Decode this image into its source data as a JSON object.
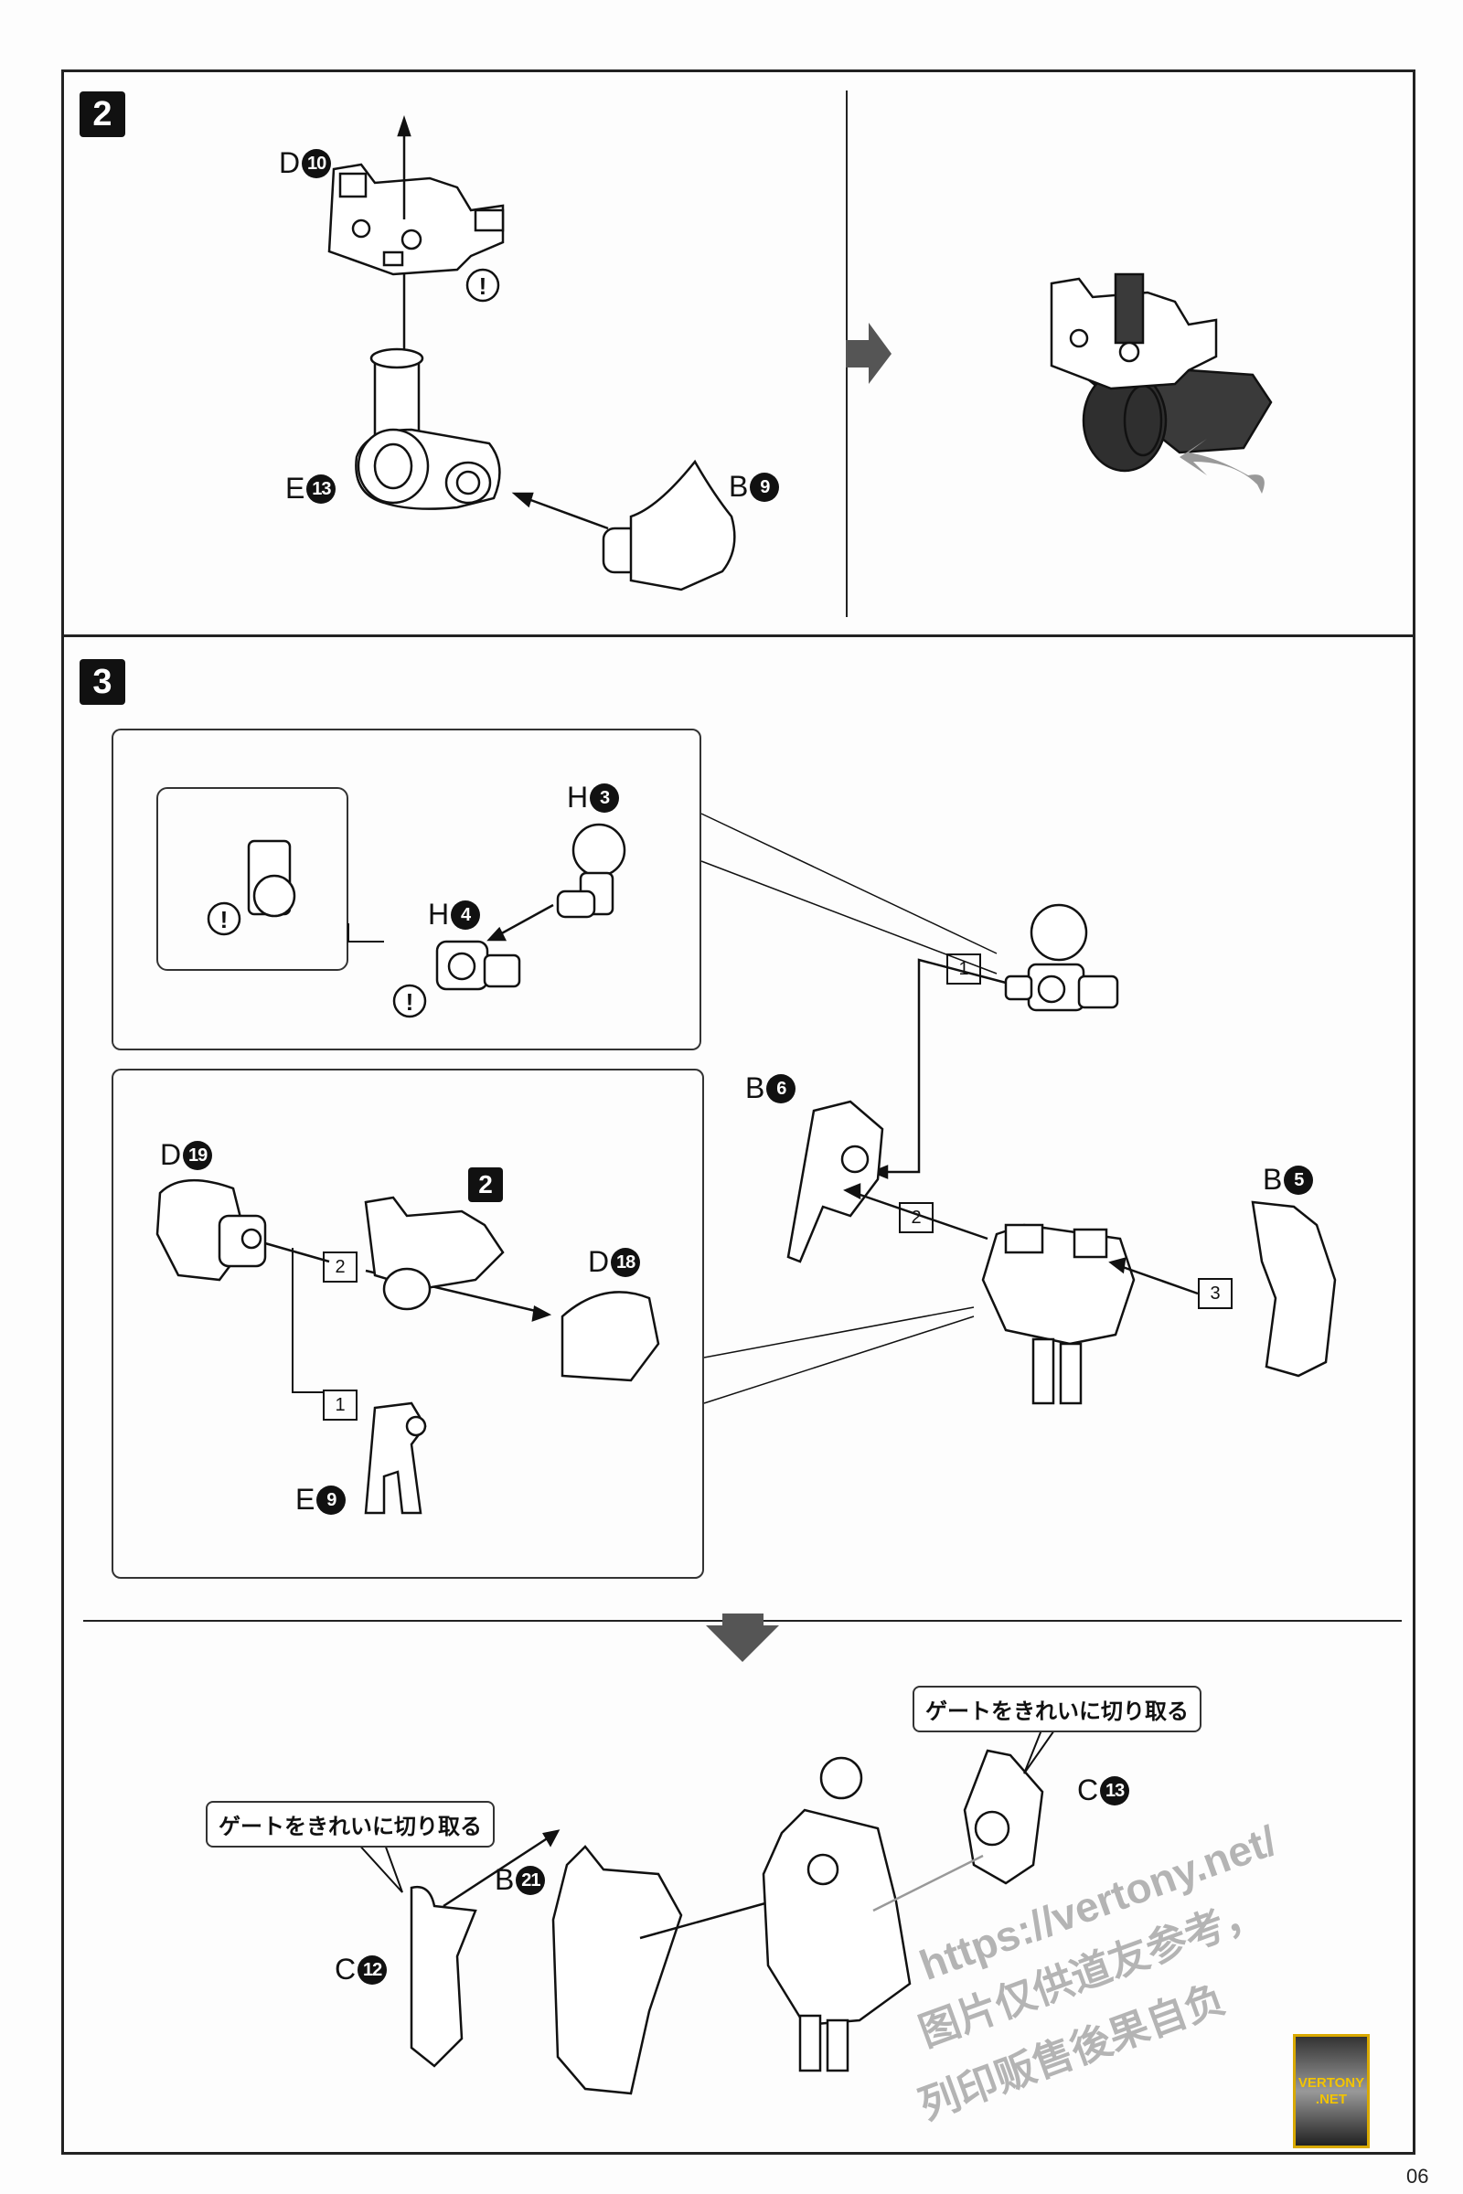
{
  "steps": [
    {
      "number": "2"
    },
    {
      "number": "3"
    }
  ],
  "step2": {
    "labels": [
      {
        "letter": "D",
        "num": "10"
      },
      {
        "letter": "E",
        "num": "13"
      },
      {
        "letter": "B",
        "num": "9"
      }
    ],
    "caution_icon": "exclamation-circle-icon"
  },
  "step3": {
    "inset1": {
      "labels": [
        {
          "letter": "H",
          "num": "3"
        },
        {
          "letter": "H",
          "num": "4"
        }
      ]
    },
    "inset2": {
      "labels": [
        {
          "letter": "D",
          "num": "19"
        },
        {
          "letter": "D",
          "num": "18"
        },
        {
          "letter": "E",
          "num": "9"
        }
      ],
      "ref_step": "2",
      "order": [
        "2",
        "1"
      ]
    },
    "main_labels": [
      {
        "letter": "B",
        "num": "6"
      },
      {
        "letter": "B",
        "num": "5"
      }
    ],
    "order": [
      "1",
      "2",
      "3"
    ],
    "final": {
      "labels": [
        {
          "letter": "B",
          "num": "21"
        },
        {
          "letter": "C",
          "num": "13"
        },
        {
          "letter": "C",
          "num": "12"
        }
      ],
      "callouts": [
        "ゲートをきれいに切り取る",
        "ゲートをきれいに切り取る"
      ]
    }
  },
  "watermark": {
    "url": "https://vertony.net/",
    "line1": "图片仅供道友参考，",
    "line2": "列印贩售後果自负"
  },
  "logo": {
    "line1": "VERTONY",
    "line2": ".NET"
  },
  "page_number": "06",
  "colors": {
    "ink": "#111111",
    "paper": "#fdfdfd",
    "dark_part": "#3a3a3a",
    "logo_gold": "#d9a900"
  }
}
